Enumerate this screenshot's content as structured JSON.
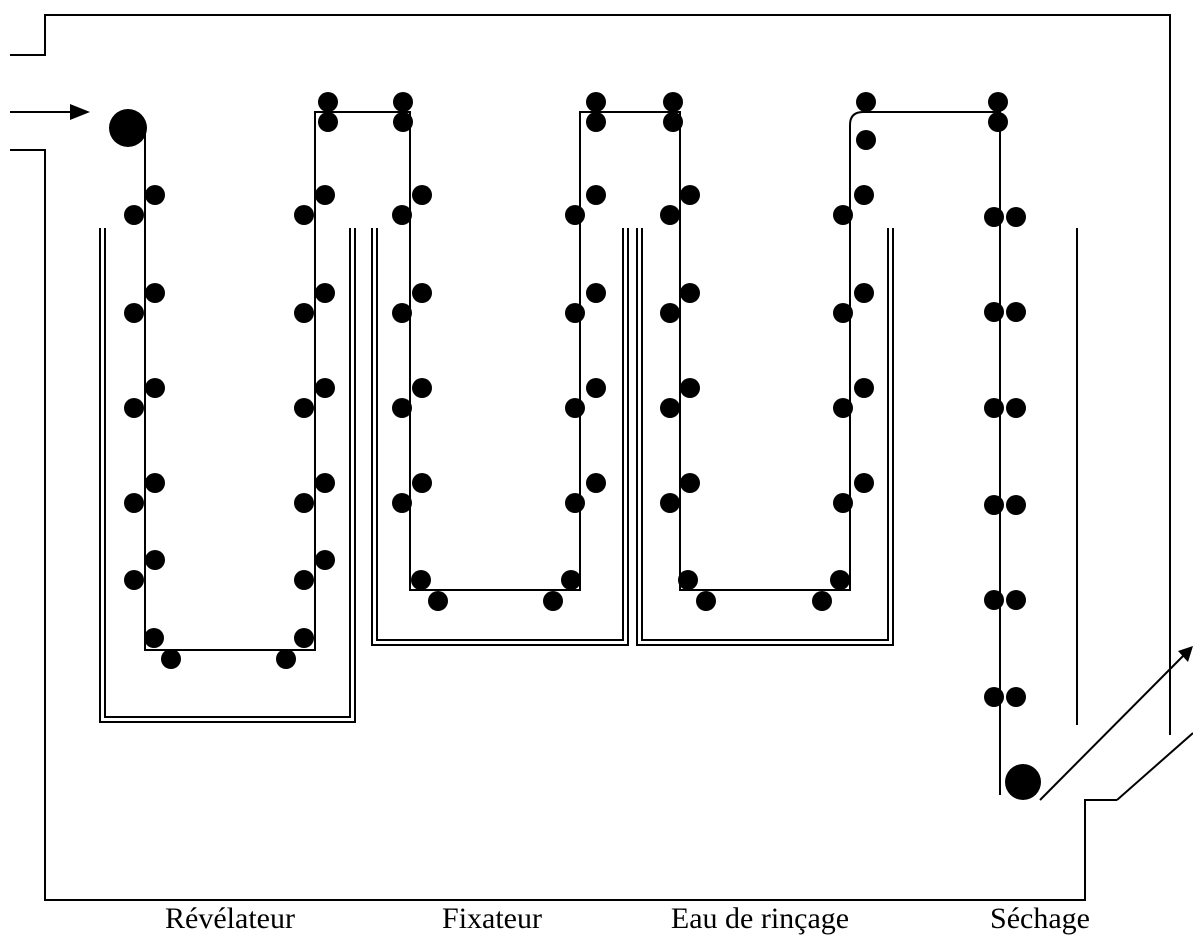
{
  "stages": [
    {
      "label": "Révélateur"
    },
    {
      "label": "Fixateur"
    },
    {
      "label": "Eau de rinçage"
    },
    {
      "label": "Séchage"
    }
  ],
  "colors": {
    "ink": "#000000",
    "background": "#ffffff"
  }
}
